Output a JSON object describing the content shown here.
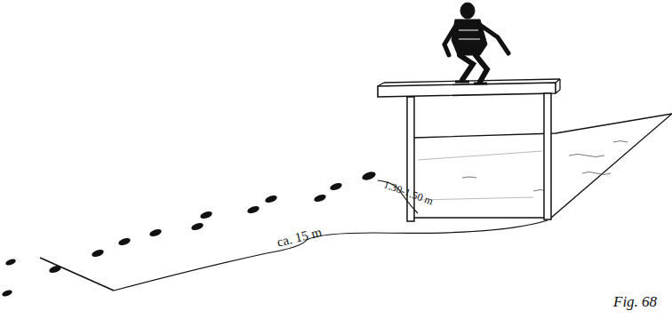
{
  "diagram": {
    "caption": "Fig. 68",
    "labels": [
      "1.30-1.50 m",
      "ca. 15 m"
    ]
  }
}
